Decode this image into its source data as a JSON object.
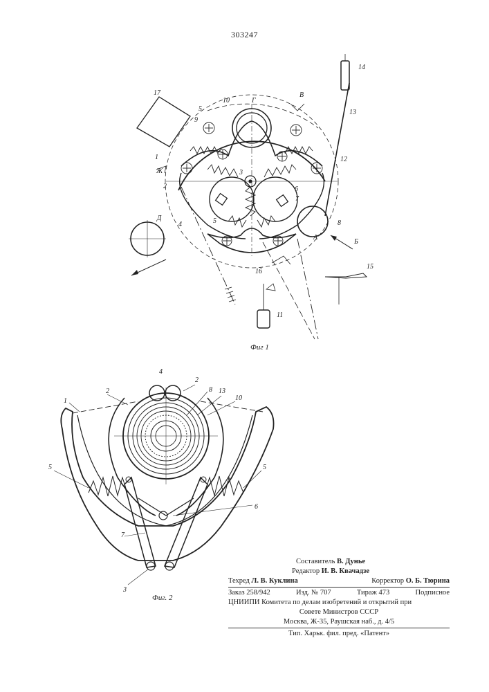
{
  "page_number": "303247",
  "figure1": {
    "caption": "Фиг 1",
    "labels": {
      "l1": "1",
      "l2": "2",
      "l3": "3",
      "l4": "4",
      "l5a": "5",
      "l5b": "5",
      "l6": "6",
      "l7": "7",
      "l8": "8",
      "l9": "9",
      "l10": "10",
      "l11": "11",
      "l12": "12",
      "l13": "13",
      "l14": "14",
      "l15": "15",
      "l16": "16",
      "l17": "17",
      "A": "А",
      "B": "Б",
      "V": "В",
      "G": "Г",
      "D": "Д",
      "Zh": "Ж"
    }
  },
  "figure2": {
    "caption": "Фиг. 2",
    "labels": {
      "l1": "1",
      "l2a": "2",
      "l2b": "2",
      "l3": "3",
      "l4": "4",
      "l5a": "5",
      "l5b": "5",
      "l6": "6",
      "l7": "7",
      "l8": "8",
      "l10": "10",
      "l13": "13"
    }
  },
  "credits": {
    "compiler_label": "Составитель",
    "compiler_name": "В. Дунье",
    "editor_label": "Редактор",
    "editor_name": "И. В. Квачадзе",
    "techred_label": "Техред",
    "techred_name": "Л. В. Куклина",
    "corrector_label": "Корректор",
    "corrector_name": "О. Б. Тюрина",
    "order": "Заказ 258/942",
    "izd": "Изд. № 707",
    "tirazh": "Тираж 473",
    "podpisnoe": "Подписное",
    "org1": "ЦНИИПИ Комитета по делам изобретений и открытий при",
    "org2": "Совете Министров СССР",
    "address": "Москва, Ж-35, Раушская наб., д. 4/5",
    "printer": "Тип. Харьк. фил. пред. «Патент»"
  }
}
